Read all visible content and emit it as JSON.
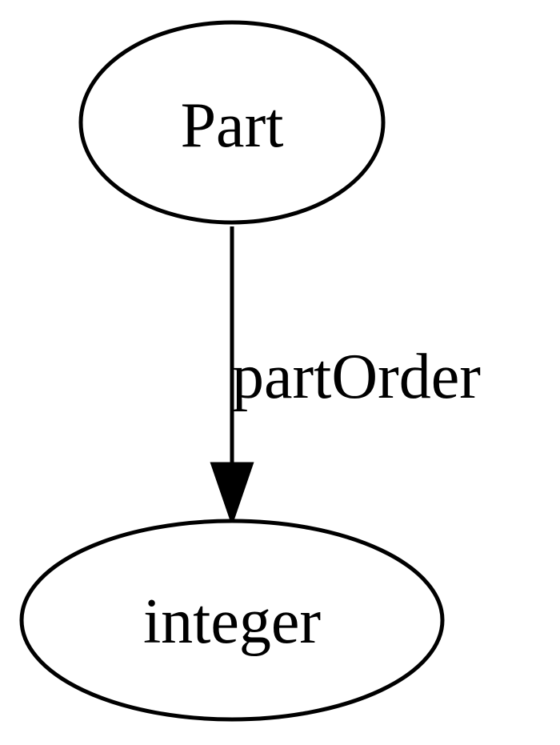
{
  "nodes": {
    "source": {
      "label": "Part"
    },
    "target": {
      "label": "integer"
    }
  },
  "edges": [
    {
      "from": "Part",
      "to": "integer",
      "label": "partOrder"
    }
  ],
  "colors": {
    "stroke": "#000000",
    "background": "#ffffff"
  }
}
